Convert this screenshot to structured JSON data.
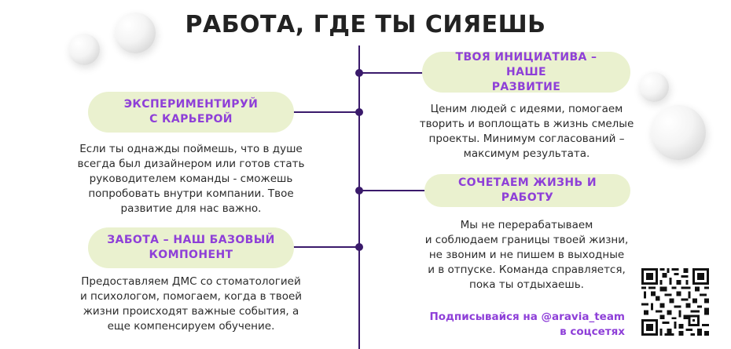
{
  "title": "РАБОТА, ГДЕ ТЫ СИЯЕШЬ",
  "colors": {
    "accent": "#8e3fd8",
    "pill_bg": "#eaf1cf",
    "timeline": "#3a1a6b",
    "text": "#2b2b2b"
  },
  "left": [
    {
      "heading": "ЭКСПЕРИМЕНТИРУЙ С КАРЬЕРОЙ",
      "heading_lines": [
        "ЭКСПЕРИМЕНТИРУЙ",
        "С КАРЬЕРОЙ"
      ],
      "text_lines": [
        "Если ты однажды поймешь, что в душе",
        "всегда был дизайнером или готов стать",
        "руководителем команды - сможешь",
        "попробовать внутри компании. Твое",
        "развитие для нас важно."
      ]
    },
    {
      "heading": "ЗАБОТА – НАШ БАЗОВЫЙ КОМПОНЕНТ",
      "heading_lines": [
        "ЗАБОТА – НАШ БАЗОВЫЙ",
        "КОМПОНЕНТ"
      ],
      "text_lines": [
        "Предоставляем ДМС со стоматологией",
        "и психологом, помогаем, когда в твоей",
        "жизни происходят важные события, а",
        "еще компенсируем обучение."
      ]
    }
  ],
  "right": [
    {
      "heading": "ТВОЯ ИНИЦИАТИВА – НАШЕ РАЗВИТИЕ",
      "heading_lines": [
        "ТВОЯ ИНИЦИАТИВА – НАШЕ",
        "РАЗВИТИЕ"
      ],
      "text_lines": [
        "Ценим людей с идеями, помогаем",
        "творить и воплощать в жизнь смелые",
        "проекты. Минимум согласований –",
        "максимум результата."
      ]
    },
    {
      "heading": "СОЧЕТАЕМ ЖИЗНЬ И РАБОТУ",
      "heading_lines": [
        "СОЧЕТАЕМ ЖИЗНЬ И РАБОТУ"
      ],
      "text_lines": [
        "Мы не перерабатываем",
        "и соблюдаем границы твоей жизни,",
        "не звоним и не пишем в выходные",
        "и в отпуске. Команда справляется,",
        "пока ты отдыхаешь."
      ]
    }
  ],
  "footer": {
    "subscribe_lines": [
      "Подписывайся на @aravia_team",
      "в соцсетях"
    ]
  },
  "icons": {
    "qr": "qr-code-icon",
    "spheres": "decorative-sphere"
  }
}
